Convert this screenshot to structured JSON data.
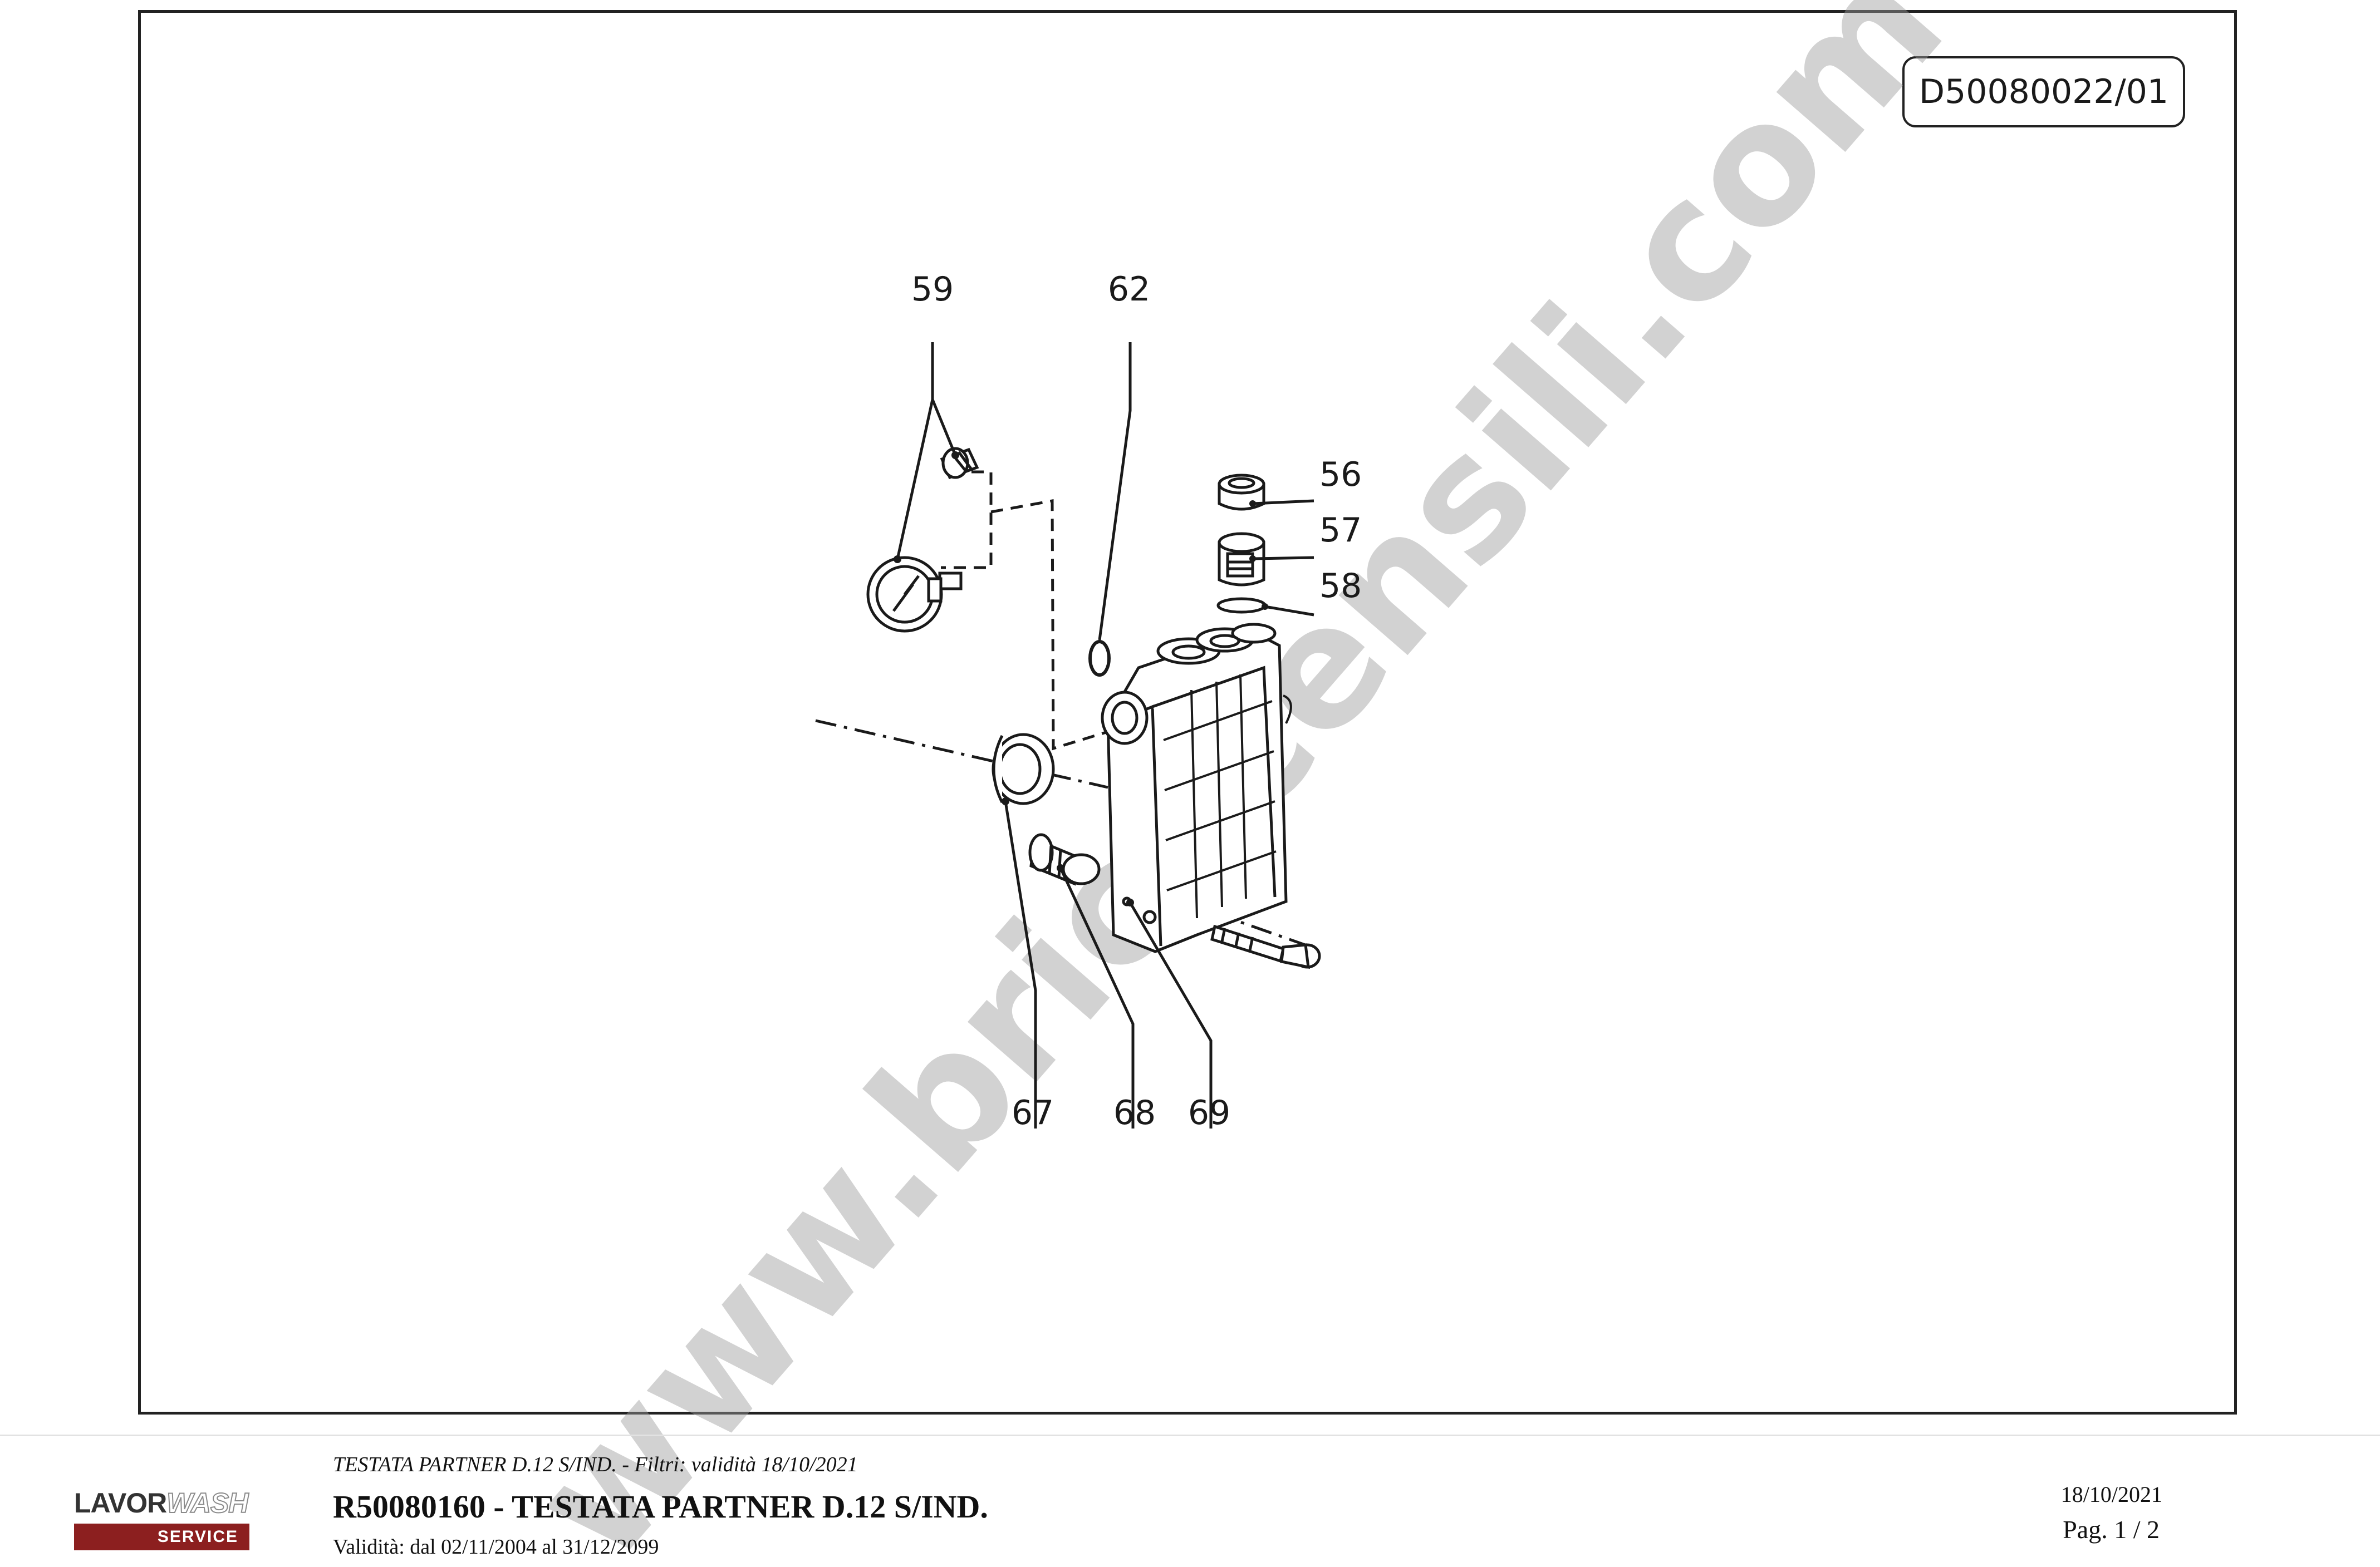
{
  "drawing": {
    "code": "D50080022/01",
    "watermark": "www.bricocensili.com",
    "callouts": [
      "59",
      "62",
      "56",
      "57",
      "58",
      "67",
      "68",
      "69"
    ]
  },
  "footer": {
    "logo": {
      "brand": "LAVORWASH",
      "line": "SERVICE",
      "brand_color": "#8c1f1f"
    },
    "subtitle": "TESTATA PARTNER D.12 S/IND. - Filtri: validità 18/10/2021",
    "title": "R50080160 - TESTATA PARTNER D.12 S/IND.",
    "validity": "Validità: dal 02/11/2004 al 31/12/2099",
    "date": "18/10/2021",
    "page": "Pag. 1 / 2"
  }
}
